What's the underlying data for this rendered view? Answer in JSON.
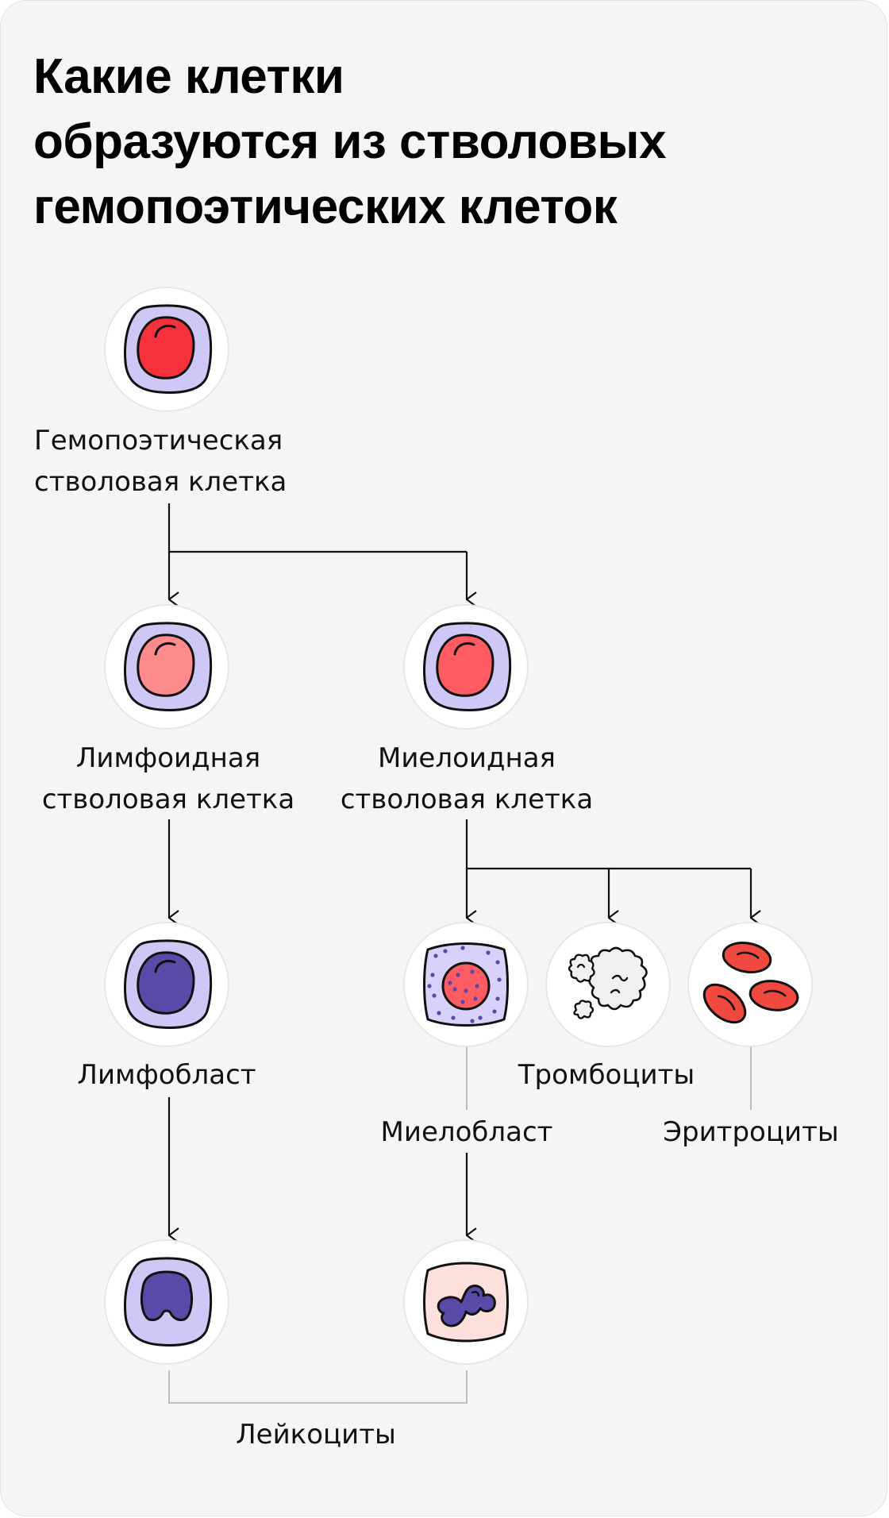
{
  "title": {
    "line1": "Какие клетки",
    "line2": "образуются из стволовых",
    "line3": "гемопоэтических клеток"
  },
  "nodes": {
    "hsc": {
      "line1": "Гемопоэтическая",
      "line2": "стволовая клетка"
    },
    "lymphoid": {
      "line1": "Лимфоидная",
      "line2": "стволовая клетка"
    },
    "myeloid": {
      "line1": "Миелоидная",
      "line2": "стволовая клетка"
    },
    "lymphoblast": {
      "label": "Лимфобласт"
    },
    "myeloblast": {
      "label": "Миелобласт"
    },
    "platelets": {
      "label": "Тромбоциты"
    },
    "erythrocytes": {
      "label": "Эритроциты"
    },
    "leukocytes": {
      "label": "Лейкоциты"
    }
  },
  "icons": {
    "hsc": "stem-cell-icon",
    "lymphoid": "lymphoid-stem-cell-icon",
    "myeloid": "myeloid-stem-cell-icon",
    "lymphoblast": "lymphoblast-icon",
    "myeloblast": "myeloblast-icon",
    "platelets": "platelets-icon",
    "erythrocytes": "erythrocytes-icon",
    "lymphocyte": "lymphocyte-icon",
    "neutrophil": "neutrophil-icon"
  },
  "colors": {
    "background": "#f5f5f5",
    "cytoplasm_lavender": "#cdc8f5",
    "nucleus_red": "#f5323c",
    "nucleus_pink": "#ff8a8e",
    "nucleus_coral": "#ff5b62",
    "nucleus_purple": "#5a4aa8",
    "neutrophil_cytoplasm": "#fde0dc",
    "platelet_fill": "#f0f0f0",
    "erythrocyte_red": "#f04a40",
    "connector": "#111111",
    "connector_light": "#bdbdbd"
  }
}
